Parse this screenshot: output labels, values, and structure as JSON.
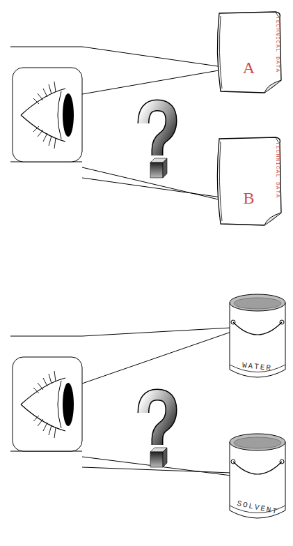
{
  "diagram": {
    "nodes": [
      {
        "text": [
          "A",
          "TECHNICAL DATA"
        ]
      },
      {
        "text": [
          "B",
          "TECHNICAL DATA"
        ]
      },
      {
        "text": [
          "WATER"
        ]
      },
      {
        "text": [
          "SOLVENT"
        ]
      }
    ]
  }
}
